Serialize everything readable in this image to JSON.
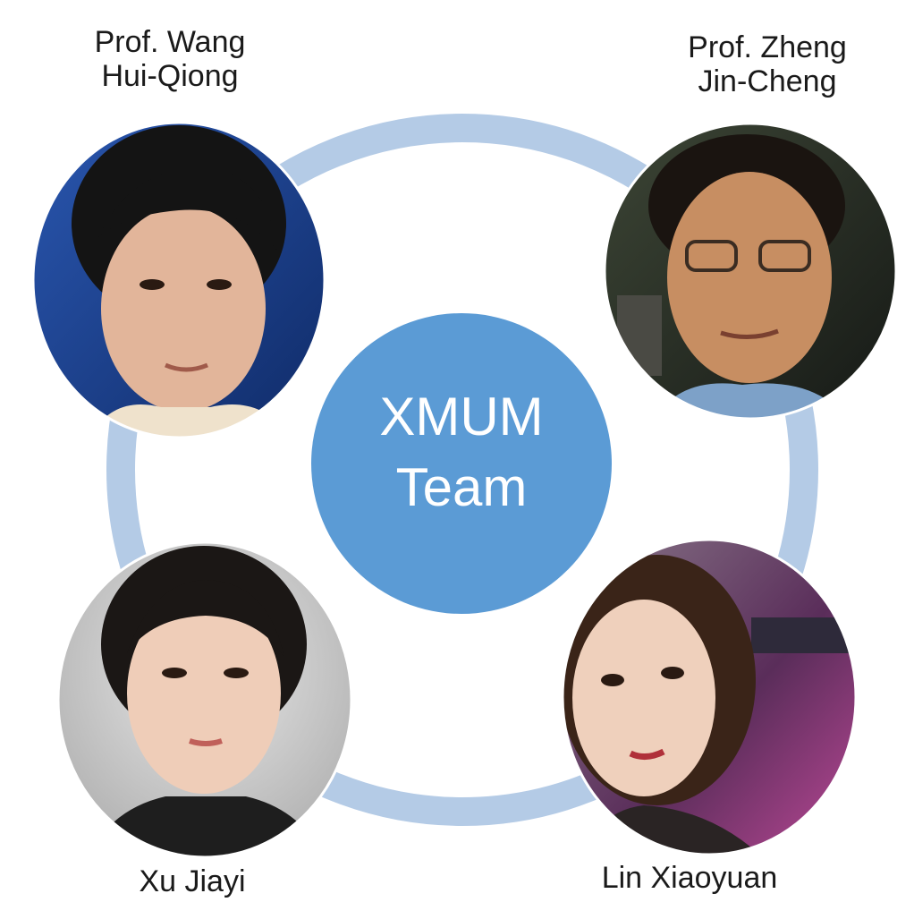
{
  "diagram": {
    "center_title": [
      "XMUM",
      "Team"
    ],
    "members": [
      {
        "id": "wang",
        "name_lines": [
          "Prof. Wang",
          "Hui-Qiong"
        ],
        "photo": "portrait-photo"
      },
      {
        "id": "zheng",
        "name_lines": [
          "Prof. Zheng",
          "Jin-Cheng"
        ],
        "photo": "portrait-photo"
      },
      {
        "id": "xu",
        "name_lines": [
          "Xu Jiayi"
        ],
        "photo": "portrait-photo"
      },
      {
        "id": "lin",
        "name_lines": [
          "Lin Xiaoyuan"
        ],
        "photo": "portrait-photo"
      }
    ]
  },
  "colors": {
    "ring": "#b4cbe6",
    "center_fill": "#5b9bd5",
    "center_text": "#ffffff",
    "label_text": "#1a1a1a",
    "wang_bg": "#1c3f8c",
    "zheng_bg": "#2a2f2a",
    "xu_bg": "#c8c8c8",
    "lin_bg": "#3a2440"
  }
}
